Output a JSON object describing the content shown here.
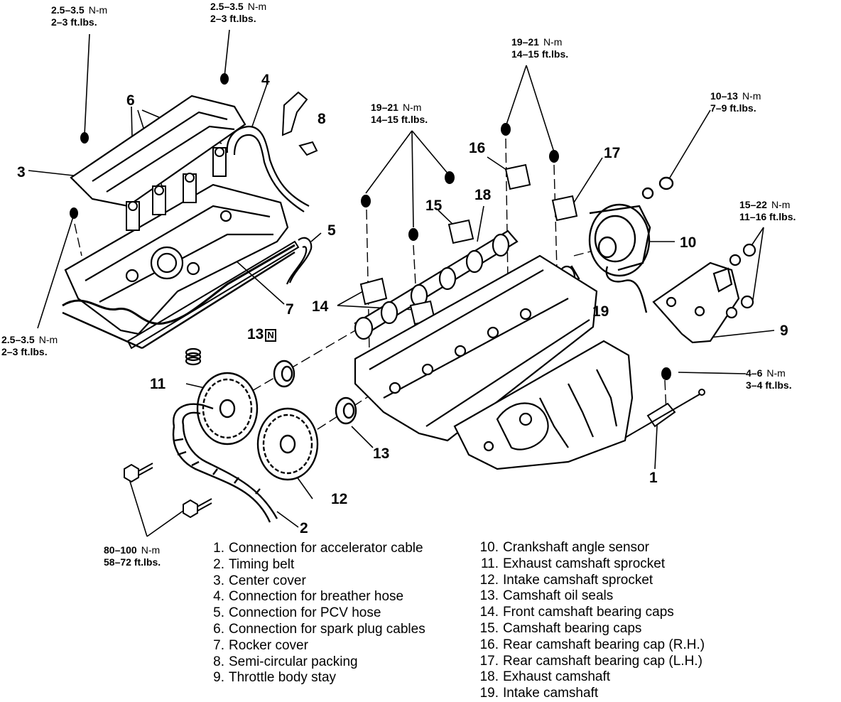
{
  "torque_specs": [
    {
      "id": "t1",
      "value": "2.5–3.5",
      "unit": "N-m",
      "imperial": "2–3 ft.lbs."
    },
    {
      "id": "t2",
      "value": "2.5–3.5",
      "unit": "N-m",
      "imperial": "2–3 ft.lbs."
    },
    {
      "id": "t3",
      "value": "19–21",
      "unit": "N-m",
      "imperial": "14–15 ft.lbs."
    },
    {
      "id": "t4",
      "value": "19–21",
      "unit": "N-m",
      "imperial": "14–15 ft.lbs."
    },
    {
      "id": "t5",
      "value": "10–13",
      "unit": "N-m",
      "imperial": "7–9 ft.lbs."
    },
    {
      "id": "t6",
      "value": "15–22",
      "unit": "N-m",
      "imperial": "11–16 ft.lbs."
    },
    {
      "id": "t7",
      "value": "2.5–3.5",
      "unit": "N-m",
      "imperial": "2–3 ft.lbs."
    },
    {
      "id": "t8",
      "value": "4–6",
      "unit": "N-m",
      "imperial": "3–4 ft.lbs."
    },
    {
      "id": "t9",
      "value": "80–100",
      "unit": "N-m",
      "imperial": "58–72 ft.lbs."
    }
  ],
  "callouts": {
    "c1": "1",
    "c2": "2",
    "c3": "3",
    "c4": "4",
    "c5": "5",
    "c6": "6",
    "c7": "7",
    "c8": "8",
    "c9": "9",
    "c10": "10",
    "c11": "11",
    "c12": "12",
    "c13a": "13",
    "c13a_mark": "N",
    "c13b": "13",
    "c14": "14",
    "c15": "15",
    "c16": "16",
    "c17": "17",
    "c18": "18",
    "c19": "19"
  },
  "legend_left": [
    {
      "num": "1.",
      "text": "Connection for accelerator cable"
    },
    {
      "num": "2.",
      "text": "Timing belt"
    },
    {
      "num": "3.",
      "text": "Center cover"
    },
    {
      "num": "4.",
      "text": "Connection for breather hose"
    },
    {
      "num": "5.",
      "text": "Connection for PCV hose"
    },
    {
      "num": "6.",
      "text": "Connection for spark plug cables"
    },
    {
      "num": "7.",
      "text": "Rocker cover"
    },
    {
      "num": "8.",
      "text": "Semi-circular packing"
    },
    {
      "num": "9.",
      "text": "Throttle body stay"
    }
  ],
  "legend_right": [
    {
      "num": "10.",
      "text": "Crankshaft angle sensor"
    },
    {
      "num": "11.",
      "text": "Exhaust camshaft sprocket"
    },
    {
      "num": "12.",
      "text": "Intake camshaft sprocket"
    },
    {
      "num": "13.",
      "text": "Camshaft oil seals"
    },
    {
      "num": "14.",
      "text": "Front camshaft bearing caps"
    },
    {
      "num": "15.",
      "text": "Camshaft bearing caps"
    },
    {
      "num": "16.",
      "text": "Rear camshaft bearing cap (R.H.)"
    },
    {
      "num": "17.",
      "text": "Rear camshaft bearing cap (L.H.)"
    },
    {
      "num": "18.",
      "text": "Exhaust camshaft"
    },
    {
      "num": "19.",
      "text": "Intake camshaft"
    }
  ]
}
